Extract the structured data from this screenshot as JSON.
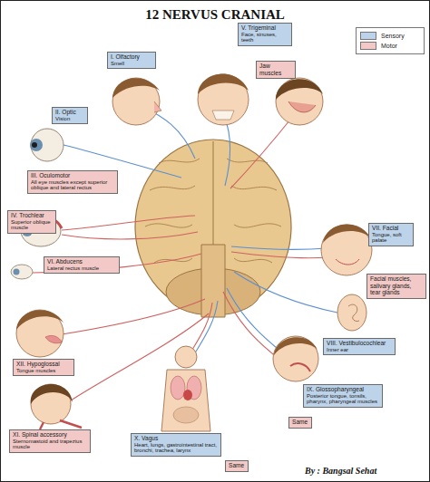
{
  "diagram": {
    "title": "12 NERVUS CRANIAL",
    "nodes": [
      {
        "text": [
          "I. Olfactory",
          "Smell"
        ]
      },
      {
        "text": [
          "V. Trigeminal",
          "Face, sinuses, teeth"
        ]
      },
      {
        "text": [
          "Jaw muscles"
        ]
      },
      {
        "text": [
          "II. Optic",
          "Vision"
        ]
      },
      {
        "text": [
          "III. Oculomotor",
          "All eye muscles except superior oblique and lateral rectus"
        ]
      },
      {
        "text": [
          "IV. Trochlear",
          "Superior oblique muscle"
        ]
      },
      {
        "text": [
          "VII. Facial",
          "Tongue, soft palate"
        ]
      },
      {
        "text": [
          "Facial muscles, salivary glands, tear glands"
        ]
      },
      {
        "text": [
          "VI. Abducens",
          "Lateral rectus muscle"
        ]
      },
      {
        "text": [
          "VIII. Vestibulocochlear",
          "Inner ear"
        ]
      },
      {
        "text": [
          "XII. Hypoglossal",
          "Tongue muscles"
        ]
      },
      {
        "text": [
          "IX. Glossopharyngeal",
          "Posterior tongue, tonsils, pharynx, pharyngeal muscles"
        ]
      },
      {
        "text": [
          "Same"
        ]
      },
      {
        "text": [
          "XI. Spinal accessory",
          "Sternomastoid and trapezius muscle"
        ]
      },
      {
        "text": [
          "X. Vagus",
          "Heart, lungs, gastrointestinal tract, bronchi, trachea, larynx"
        ]
      },
      {
        "text": [
          "Same"
        ]
      }
    ],
    "labels": [
      "By : Bangsal Sehat"
    ],
    "legend": [
      {
        "text": "Sensory",
        "color": "#bcd3ea"
      },
      {
        "text": "Motor",
        "color": "#f2c9c6"
      }
    ]
  }
}
